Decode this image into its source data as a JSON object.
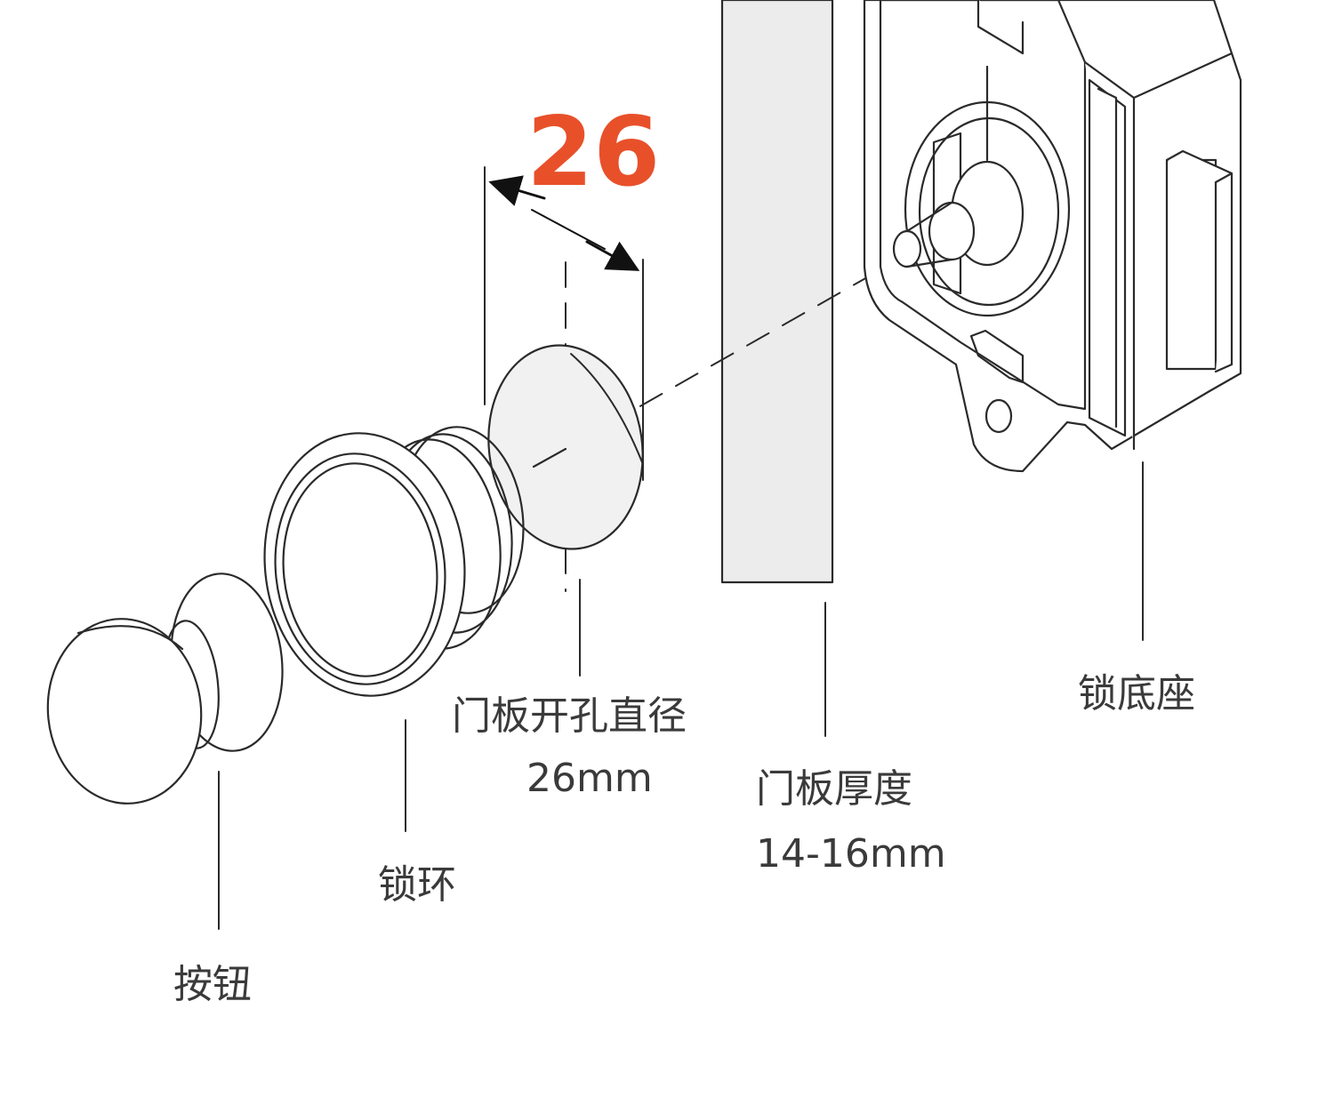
{
  "dimension": {
    "value": "26",
    "color": "#e8502a"
  },
  "labels": {
    "hole_title": "门板开孔直径",
    "hole_size": "26mm",
    "thickness_title": "门板厚度",
    "thickness_size": "14-16mm",
    "base": "锁底座",
    "ring": "锁环",
    "button": "按钮"
  },
  "colors": {
    "line": "#2a2a2a",
    "panel_fill": "#ececec",
    "label": "#3a3a3a"
  }
}
